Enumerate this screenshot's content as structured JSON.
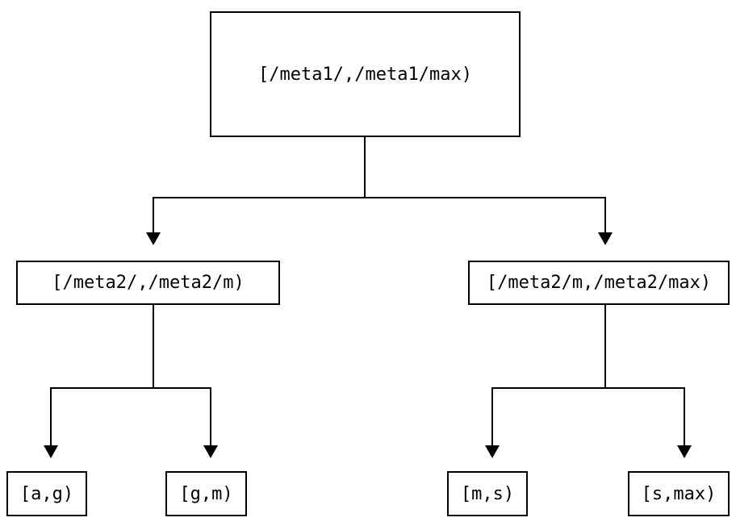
{
  "tree": {
    "label": "[/meta1/,/meta1/max)",
    "children": [
      {
        "label": "[/meta2/,/meta2/m)",
        "children": [
          {
            "label": "[a,g)"
          },
          {
            "label": "[g,m)"
          }
        ]
      },
      {
        "label": "[/meta2/m,/meta2/max)",
        "children": [
          {
            "label": "[m,s)"
          },
          {
            "label": "[s,max)"
          }
        ]
      }
    ]
  },
  "colors": {
    "background": "#ffffff",
    "line": "#000000",
    "node_border": "#000000",
    "text": "#000000"
  }
}
